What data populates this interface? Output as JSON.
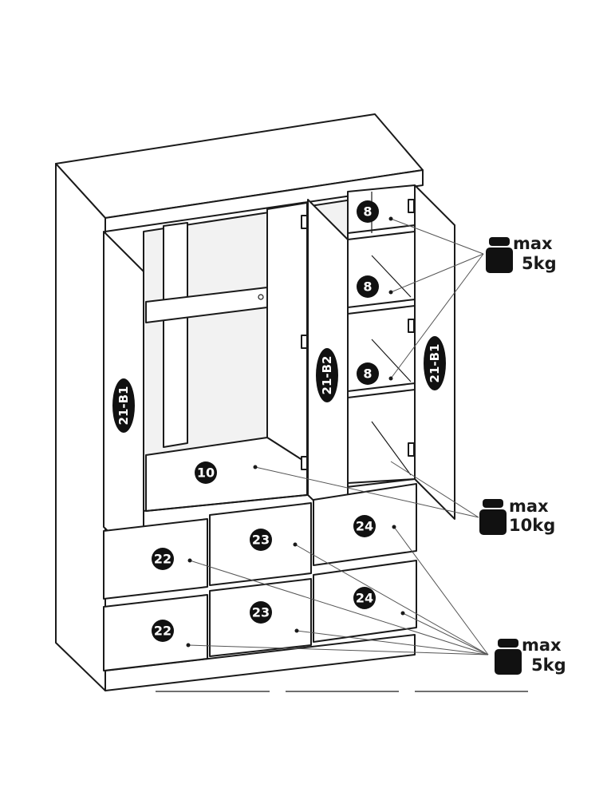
{
  "diagram": {
    "panel_labels": {
      "left_door": "21-B1",
      "middle_door": "21-B2",
      "right_door": "21-B1"
    },
    "part_numbers": {
      "shelf_top": "8",
      "shelf_mid": "8",
      "shelf_low": "8",
      "bottom_shelf": "10",
      "drawer_top_left": "22",
      "drawer_top_mid": "23",
      "drawer_top_right": "24",
      "drawer_bot_left": "22",
      "drawer_bot_mid": "23",
      "drawer_bot_right": "24"
    },
    "weight_limits": {
      "shelves": {
        "line1": "max",
        "line2": "5kg"
      },
      "bottom": {
        "line1": "max",
        "line2": "10kg"
      },
      "drawers": {
        "line1": "max",
        "line2": "5kg"
      }
    },
    "colors": {
      "ink": "#1a1a1a",
      "badge": "#111111",
      "background": "#ffffff"
    }
  }
}
